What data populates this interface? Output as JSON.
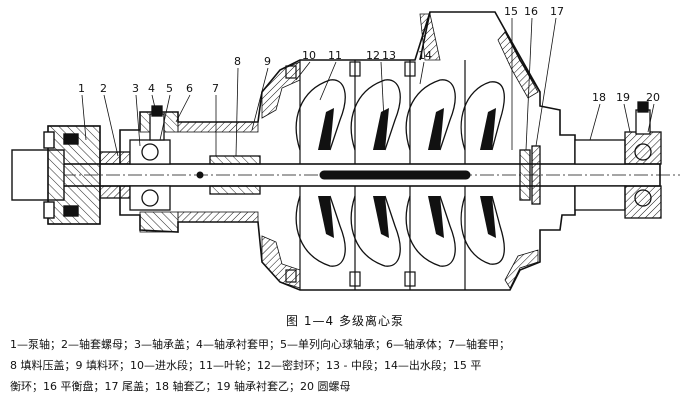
{
  "figure": {
    "caption": "图 1—4   多级离心泵",
    "callouts": [
      "1",
      "2",
      "3",
      "4",
      "5",
      "6",
      "7",
      "8",
      "9",
      "10",
      "11",
      "12",
      "13",
      "14",
      "15",
      "16",
      "17",
      "18",
      "19",
      "20"
    ],
    "legend_lines": [
      "1—泵轴；2—轴套螺母；3—轴承盖；4—轴承衬套甲；5—单列向心球轴承；6—轴承体；7—轴套甲；",
      "8   填料压盖；9   填料环；10—进水段；11—叶轮；12—密封环；13 - 中段；14—出水段；15   平",
      "衡环；16   平衡盘；17   尾盖；18   轴套乙；19   轴承衬套乙；20   圆螺母"
    ]
  }
}
